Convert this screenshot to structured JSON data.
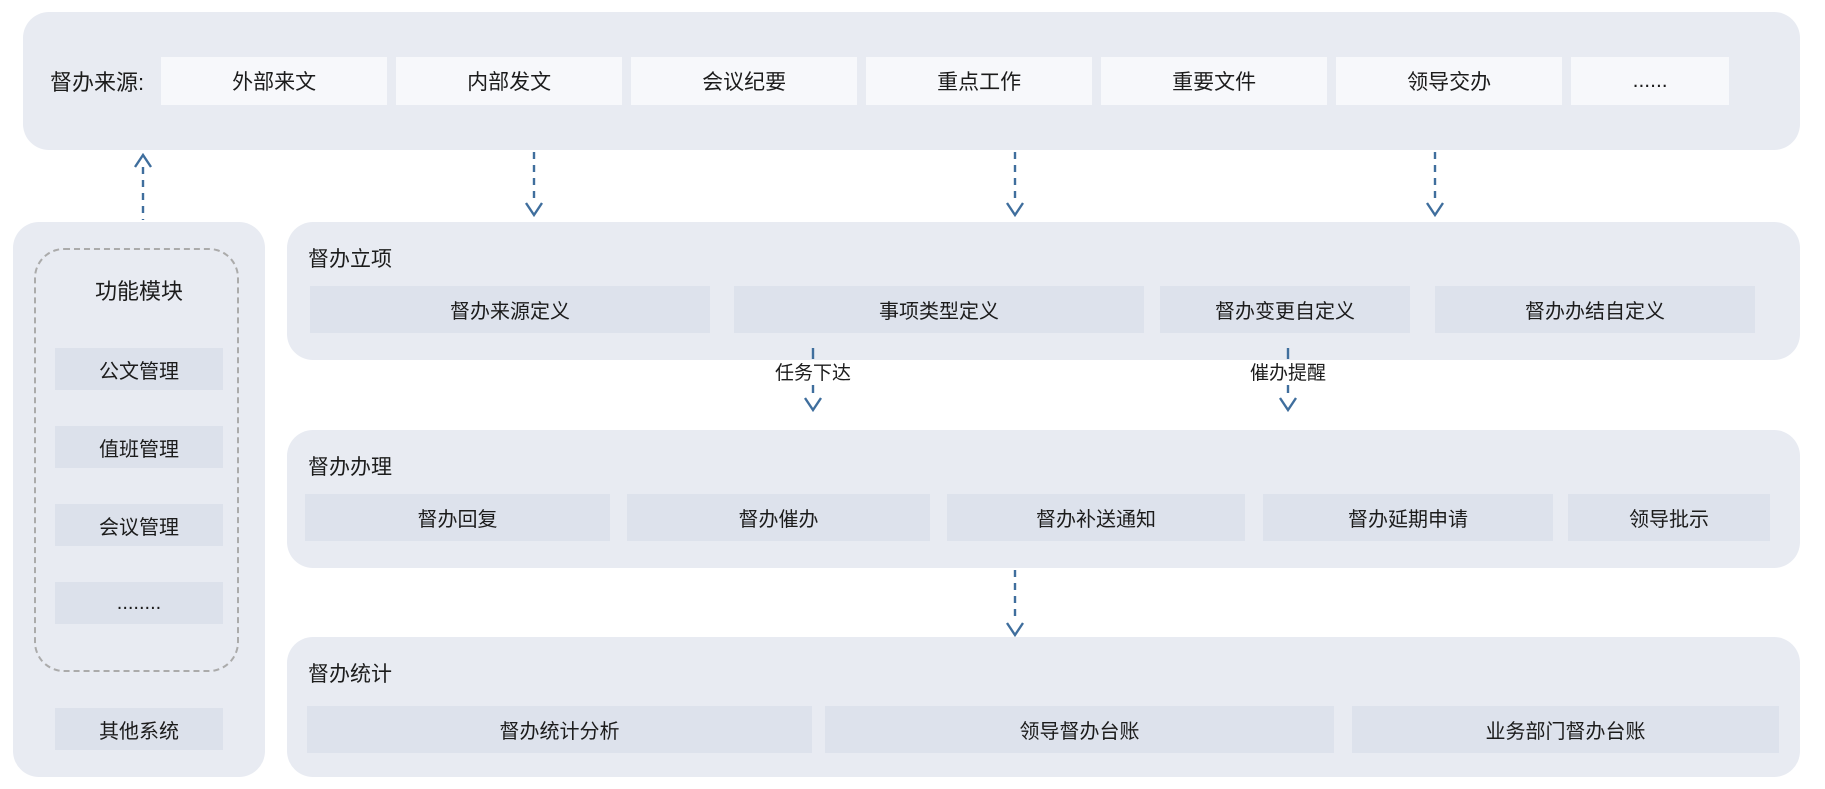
{
  "top_bar": {
    "label": "督办来源:",
    "items": [
      "外部来文",
      "内部发文",
      "会议纪要",
      "重点工作",
      "重要文件",
      "领导交办",
      "......"
    ]
  },
  "sidebar": {
    "title": "功能模块",
    "modules": [
      "公文管理",
      "值班管理",
      "会议管理",
      "........"
    ],
    "other_system": "其他系统"
  },
  "sections": {
    "initiation": {
      "title": "督办立项",
      "items": [
        "督办来源定义",
        "事项类型定义",
        "督办变更自定义",
        "督办办结自定义"
      ]
    },
    "handling": {
      "title": "督办办理",
      "items": [
        "督办回复",
        "督办催办",
        "督办补送通知",
        "督办延期申请",
        "领导批示"
      ]
    },
    "statistics": {
      "title": "督办统计",
      "items": [
        "督办统计分析",
        "领导督办台账",
        "业务部门督办台账"
      ]
    }
  },
  "flow_labels": {
    "task_assign": "任务下达",
    "urge_remind": "催办提醒"
  },
  "colors": {
    "panel_bg": "#e8ebf2",
    "source_item_bg": "#f7f8fb",
    "module_item_bg": "#dde2ec",
    "arrow": "#3f6e9d",
    "dashed_border": "#ababab",
    "text": "#1c1c1c"
  }
}
